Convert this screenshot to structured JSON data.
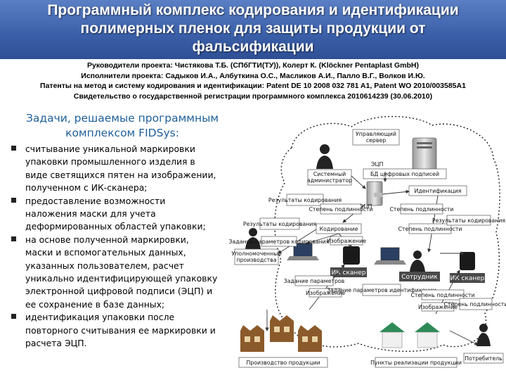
{
  "header": {
    "title_lines": [
      "Программный комплекс кодирования и идентификации",
      "полимерных пленок для защиты продукции от",
      "фальсификации"
    ]
  },
  "info_lines": [
    "Руководители проекта: Чистякова Т.Б. (СПбГТИ(ТУ)), Колерт К. (Klöckner Pentaplast GmbH)",
    "Исполнители проекта: Садыков И.А., Албуткина О.С., Масликов А.И., Палло В.Г., Волков И.Ю.",
    "Патенты на метод и систему кодирования и идентификации: Patent DE 10 2008 032 781 A1, Patent WO 2010/003585A1",
    "Свидетельство о государственной регистрации программного комплекса 2010614239 (30.06.2010)"
  ],
  "tasks": {
    "heading_lines": [
      "Задачи, решаемые программным",
      "комплексом FIDSys:"
    ],
    "items": [
      [
        "считывание уникальной маркировки",
        "упаковки промышленного изделия в",
        "виде светящихся пятен на изображении,",
        "полученном с ИК-сканера;"
      ],
      [
        "предоставление возможности",
        "наложения маски для учета",
        "деформированных областей упаковки;"
      ],
      [
        "на основе полученной маркировки,",
        "маски и вспомогательных данных,",
        "указанных пользователем, расчет",
        "уникально идентифицирующей упаковку",
        "электронной цифровой подписи (ЭЦП) и",
        "ее сохранение в базе данных;"
      ],
      [
        "идентификация упаковки после",
        "повторного считывания ее маркировки и",
        "расчета ЭЦП."
      ]
    ]
  },
  "diagram": {
    "server_label": [
      "Управляющий",
      "сервер"
    ],
    "ecp_label": "ЭЦП",
    "db_label": "БД цифровых подписей",
    "identification_label": "Идентификация",
    "admin_label": [
      "Системный",
      "администратор"
    ],
    "coding_label": "Кодирование",
    "producer_label": [
      "Уполномоченный",
      "производства"
    ],
    "ir_scanner_label": "ИК сканер",
    "employee_label": "Сотрудник",
    "ir_scanner2_label": "ИК сканер",
    "production_label": "Производство продукции",
    "points_label": "Пункты реализации продукции",
    "consumer_label": "Потребитель",
    "flow_labels": {
      "f1": "Результаты кодирования",
      "f2": "Степень подлинности",
      "f3": "ЭЦП",
      "f4": "Степень подлинности",
      "f5": "Результаты кодирования",
      "f6": "Задание параметров кодирования",
      "f7": "Изображение",
      "f8": "Степень подлинности",
      "f9": "Результаты кодирования",
      "f10": "Задание параметров",
      "f11": "Изображение",
      "f12": "Задание параметров идентификации",
      "f13": "Степень подлинности",
      "f14": "Изображение",
      "f15": "Степень подлинности"
    }
  }
}
